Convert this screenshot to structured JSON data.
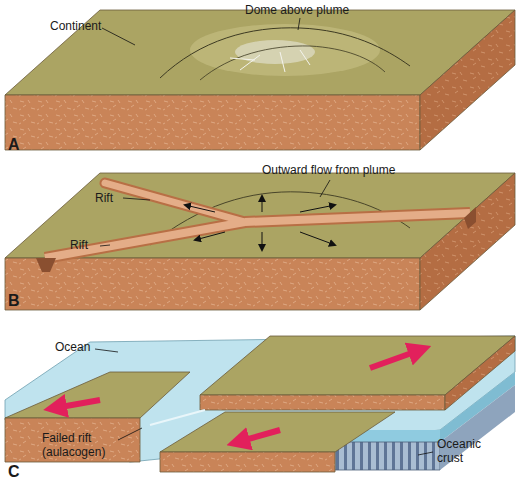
{
  "diagram": {
    "labels": [
      "Dome above plume",
      "Continent",
      "A",
      "Outward flow from plume",
      "Rift",
      "Rift",
      "B",
      "Ocean",
      "Failed rift (aulacogen)",
      "Oceanic crust",
      "C"
    ]
  }
}
